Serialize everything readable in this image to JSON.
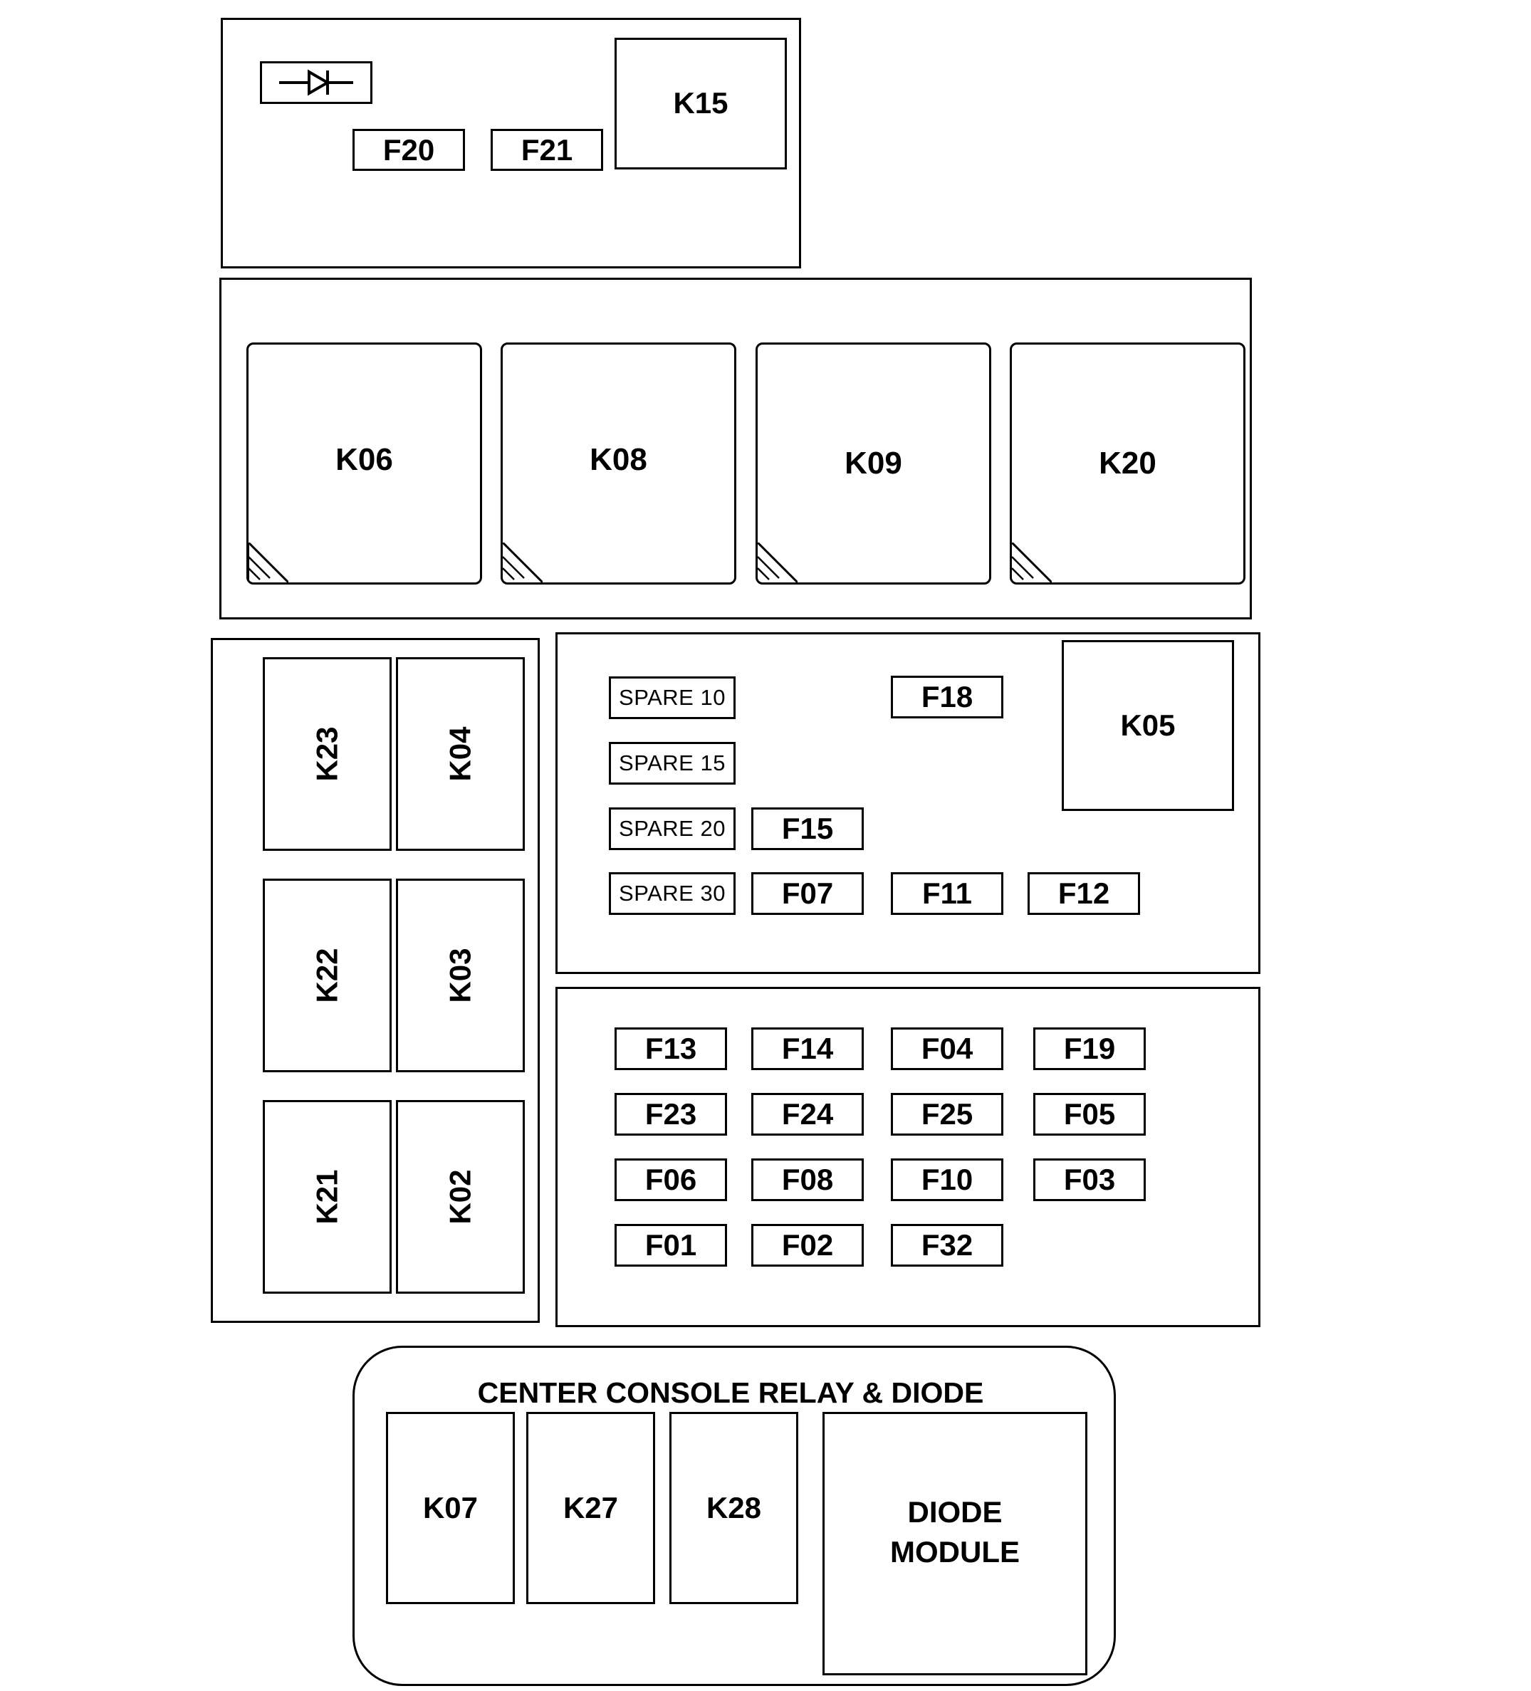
{
  "top_block": {
    "diode_symbol": "diode-icon",
    "fuses": {
      "f20": "F20",
      "f21": "F21"
    },
    "relay_k15": "K15"
  },
  "large_relay_row": {
    "relays": {
      "k06": "K06",
      "k08": "K08",
      "k09": "K09",
      "k20": "K20"
    }
  },
  "left_relay_block": {
    "relays": {
      "k23": "K23",
      "k04": "K04",
      "k22": "K22",
      "k03": "K03",
      "k21": "K21",
      "k02": "K02"
    }
  },
  "spare_block": {
    "spares": {
      "s10": "SPARE 10",
      "s15": "SPARE 15",
      "s20": "SPARE 20",
      "s30": "SPARE 30"
    },
    "fuses": {
      "f18": "F18",
      "f15": "F15",
      "f07": "F07",
      "f11": "F11",
      "f12": "F12"
    },
    "relay_k05": "K05"
  },
  "fuse_grid": {
    "f13": "F13",
    "f14": "F14",
    "f04": "F04",
    "f19": "F19",
    "f23": "F23",
    "f24": "F24",
    "f25": "F25",
    "f05": "F05",
    "f06": "F06",
    "f08": "F08",
    "f10": "F10",
    "f03": "F03",
    "f01": "F01",
    "f02": "F02",
    "f32": "F32"
  },
  "center_console": {
    "title": "CENTER CONSOLE RELAY & DIODE",
    "relays": {
      "k07": "K07",
      "k27": "K27",
      "k28": "K28"
    },
    "diode_module": "DIODE\nMODULE"
  }
}
